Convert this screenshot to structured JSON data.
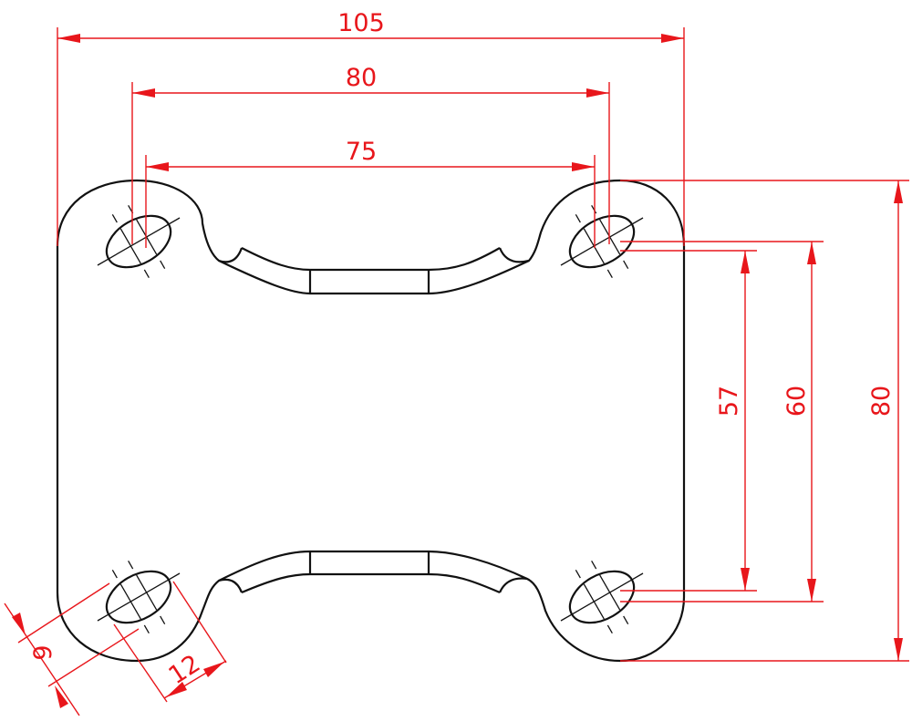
{
  "colors": {
    "outline": "#111111",
    "dimension": "#e8161b"
  },
  "dimensions": {
    "overall_width": "105",
    "hole_spacing_outer": "80",
    "hole_spacing_inner": "75",
    "hole_spacing_vertical_inner": "57",
    "hole_spacing_vertical_outer": "60",
    "overall_height": "80",
    "slot_width": "9",
    "slot_length": "12"
  }
}
